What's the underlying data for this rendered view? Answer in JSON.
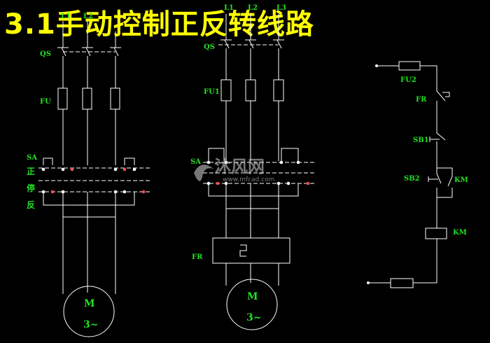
{
  "title": "3.1手动控制正反转线路",
  "circuit1": {
    "phase_l1": "L1",
    "phase_l2": "L2",
    "qs": "QS",
    "fu": "FU",
    "sa": "SA",
    "sa_forward": "正",
    "sa_stop": "停",
    "sa_reverse": "反",
    "motor_m": "M",
    "motor_phase": "3~"
  },
  "circuit2": {
    "phase_l1": "L1",
    "phase_l2": "L2",
    "phase_l3": "L3",
    "qs": "QS",
    "fu1": "FU1",
    "sa": "SA",
    "fr": "FR",
    "motor_m": "M",
    "motor_phase": "3~"
  },
  "control": {
    "fu2": "FU2",
    "fr": "FR",
    "sb1": "SB1",
    "sb2": "SB2",
    "km_contact": "KM",
    "km_coil": "KM"
  },
  "watermark": {
    "logo": "沐风网",
    "url": "www.mfcad.com"
  },
  "colors": {
    "background": "#000000",
    "title": "#ffff00",
    "label": "#22e022",
    "wire": "#ffffff",
    "terminal_dot": "#ff4d4d"
  }
}
